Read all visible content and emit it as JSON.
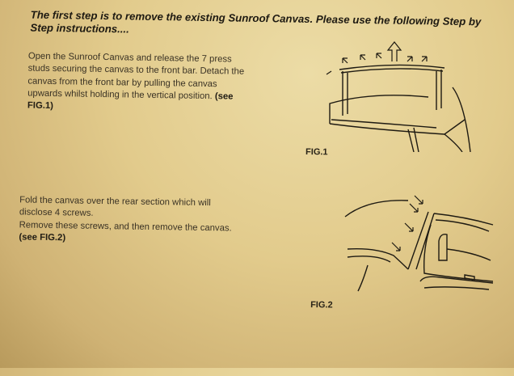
{
  "heading": "The first step is to remove the existing Sunroof Canvas. Please use the following Step by Step instructions....",
  "step1": {
    "text": "Open the Sunroof Canvas and release the 7 press studs securing the canvas to the front bar. Detach the canvas from the front bar by pulling the canvas upwards whilst holding in the vertical position.",
    "ref": "(see FIG.1)"
  },
  "step2": {
    "text1": "Fold the canvas over the rear section which will disclose 4 screws.",
    "text2": "Remove these screws, and then remove the canvas.",
    "ref": "(see FIG.2)"
  },
  "figures": {
    "fig1": "FIG.1",
    "fig2": "FIG.2"
  }
}
